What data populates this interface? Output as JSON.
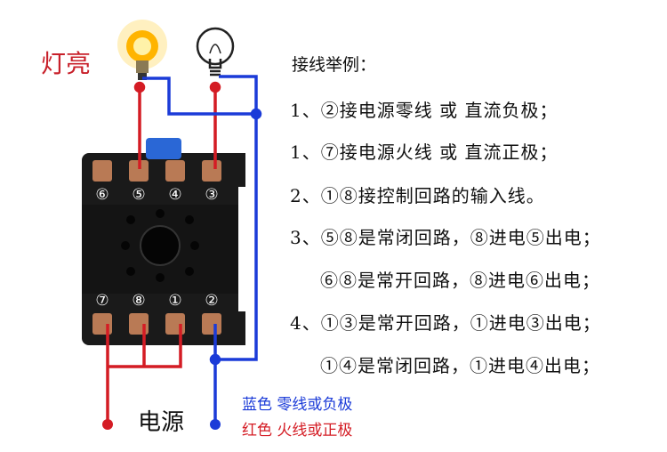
{
  "labels": {
    "lamp_on": "灯亮",
    "power": "电源"
  },
  "terminals": {
    "top": [
      "⑥",
      "⑤",
      "④",
      "③"
    ],
    "bottom": [
      "⑦",
      "⑧",
      "①",
      "②"
    ]
  },
  "instructions": {
    "heading": "接线举例：",
    "lines": [
      "1、②接电源零线 或 直流负极；",
      "1、⑦接电源火线 或 直流正极；",
      "2、①⑧接控制回路的输入线。",
      "3、⑤⑧是常闭回路，⑧进电⑤出电；",
      "⑥⑧是常开回路，⑧进电⑥出电；",
      "4、①③是常开回路，①进电③出电；",
      "①④是常闭回路，①进电④出电；"
    ]
  },
  "legend": {
    "blue": "蓝色 零线或负极",
    "red": "红色 火线或正极"
  },
  "colors": {
    "neutral_wire": "#1b3bd8",
    "live_wire": "#d41c24",
    "relay_base": "#1a1a1a",
    "terminal_copper": "#b97a55"
  }
}
